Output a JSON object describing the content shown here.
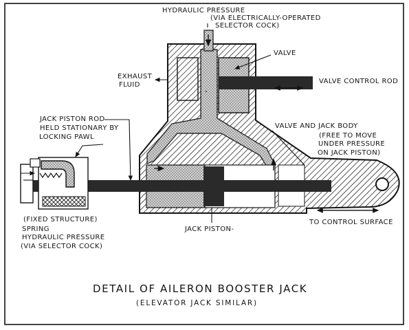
{
  "labels": {
    "hyd_pressure_top_1": "HYDRAULIC PRESSURE",
    "hyd_pressure_top_2": "(VIA ELECTRICALLY-OPERATED",
    "hyd_pressure_top_3": "SELECTOR COCK)",
    "valve": "VALVE",
    "exhaust_1": "EXHAUST",
    "exhaust_2": "FLUID",
    "valve_control_rod": "VALVE CONTROL ROD",
    "jack_piston_rod_1": "JACK PISTON ROD",
    "jack_piston_rod_2": "HELD STATIONARY BY",
    "jack_piston_rod_3": "LOCKING PAWL",
    "valve_jack_body_1": "VALVE AND JACK BODY",
    "valve_jack_body_2": "(FREE TO MOVE",
    "valve_jack_body_3": "UNDER PRESSURE",
    "valve_jack_body_4": "ON JACK PISTON)",
    "fixed_structure": "(FIXED STRUCTURE)",
    "spring": "SPRING",
    "hyd_pressure_left_1": "HYDRAULIC PRESSURE",
    "hyd_pressure_left_2": "(VIA SELECTOR COCK)",
    "jack_piston": "JACK PISTON-",
    "to_control_surface": "TO CONTROL SURFACE"
  },
  "title": "DETAIL OF AILERON BOOSTER JACK",
  "subtitle": "(ELEVATOR JACK SIMILAR)",
  "colors": {
    "ink": "#141414",
    "rod": "#2a2a2a",
    "paper": "#ffffff"
  }
}
